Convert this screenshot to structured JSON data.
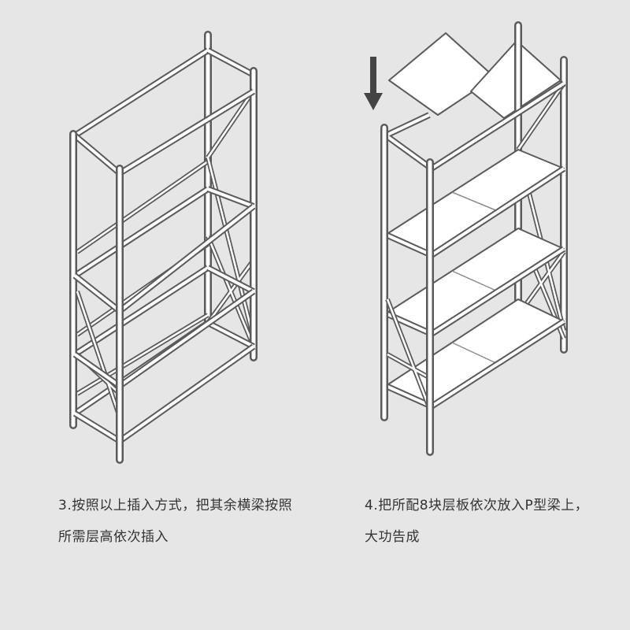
{
  "palette": {
    "background": "#e6e6e6",
    "frame_outline": "#5a5a5a",
    "frame_fill": "#ffffff",
    "shelf_board": "#ffffff",
    "arrow": "#444444",
    "caption_text": "#333333"
  },
  "steps": [
    {
      "illustration": "shelf-frame-with-beams",
      "caption_lines": [
        "3.按照以上插入方式，把其余横梁按照",
        "所需层高依次插入"
      ]
    },
    {
      "illustration": "shelf-frame-with-boards",
      "icons": [
        "down-arrow-icon"
      ],
      "caption_lines": [
        "4.把所配8块层板依次放入P型梁上，",
        "大功告成"
      ]
    }
  ]
}
